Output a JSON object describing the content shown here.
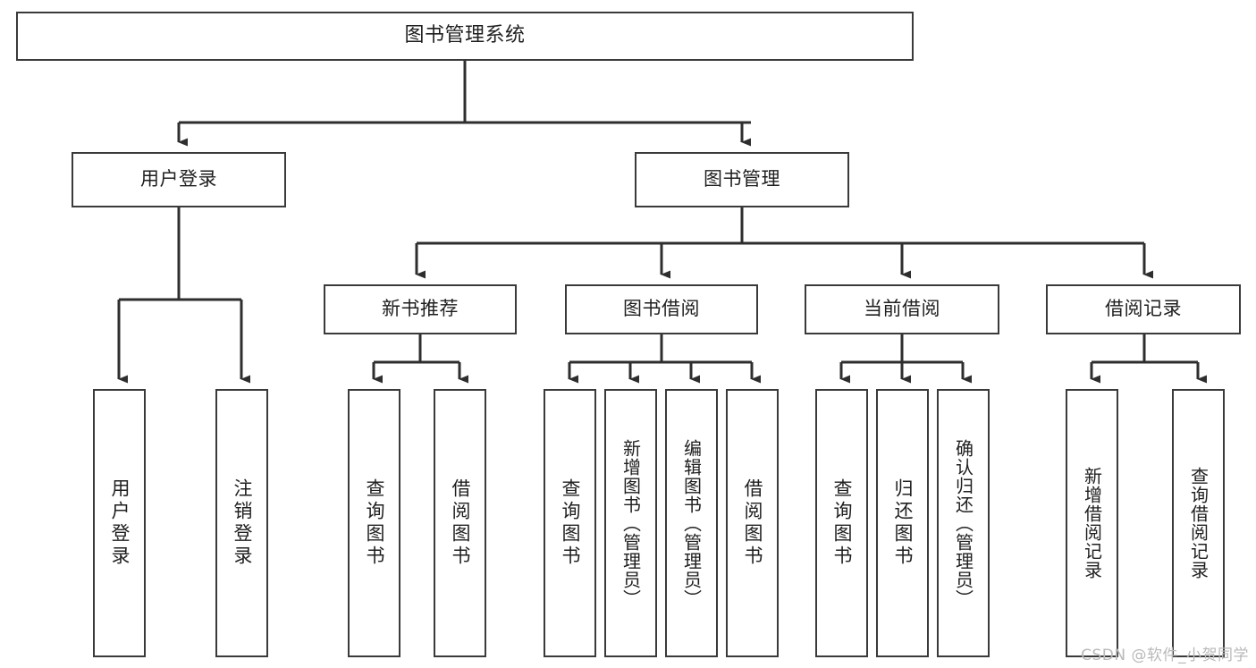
{
  "diagram": {
    "title": "图书管理系统",
    "type": "tree",
    "watermark": "CSDN @软件_小贺同学",
    "colors": {
      "box_border": "#3a3a3a",
      "box_fill": "#ffffff",
      "line": "#2e2e2e",
      "text": "#1f1f1f",
      "watermark": "#b9b9b9",
      "background": "#ffffff"
    },
    "root": {
      "label": "图书管理系统"
    },
    "level2": [
      {
        "label": "用户登录"
      },
      {
        "label": "图书管理"
      }
    ],
    "level3": [
      {
        "label": "新书推荐"
      },
      {
        "label": "图书借阅"
      },
      {
        "label": "当前借阅"
      },
      {
        "label": "借阅记录"
      }
    ],
    "leaves": {
      "user_login": [
        {
          "label": "用户登录"
        },
        {
          "label": "注销登录"
        }
      ],
      "new_book_recommend": [
        {
          "label": "查询图书"
        },
        {
          "label": "借阅图书"
        }
      ],
      "book_borrow": [
        {
          "label": "查询图书"
        },
        {
          "label": "新增图书（管理员）"
        },
        {
          "label": "编辑图书（管理员）"
        },
        {
          "label": "借阅图书"
        }
      ],
      "current_borrow": [
        {
          "label": "查询图书"
        },
        {
          "label": "归还图书"
        },
        {
          "label": "确认归还（管理员）"
        }
      ],
      "borrow_record": [
        {
          "label": "新增借阅记录"
        },
        {
          "label": "查询借阅记录"
        }
      ]
    }
  }
}
